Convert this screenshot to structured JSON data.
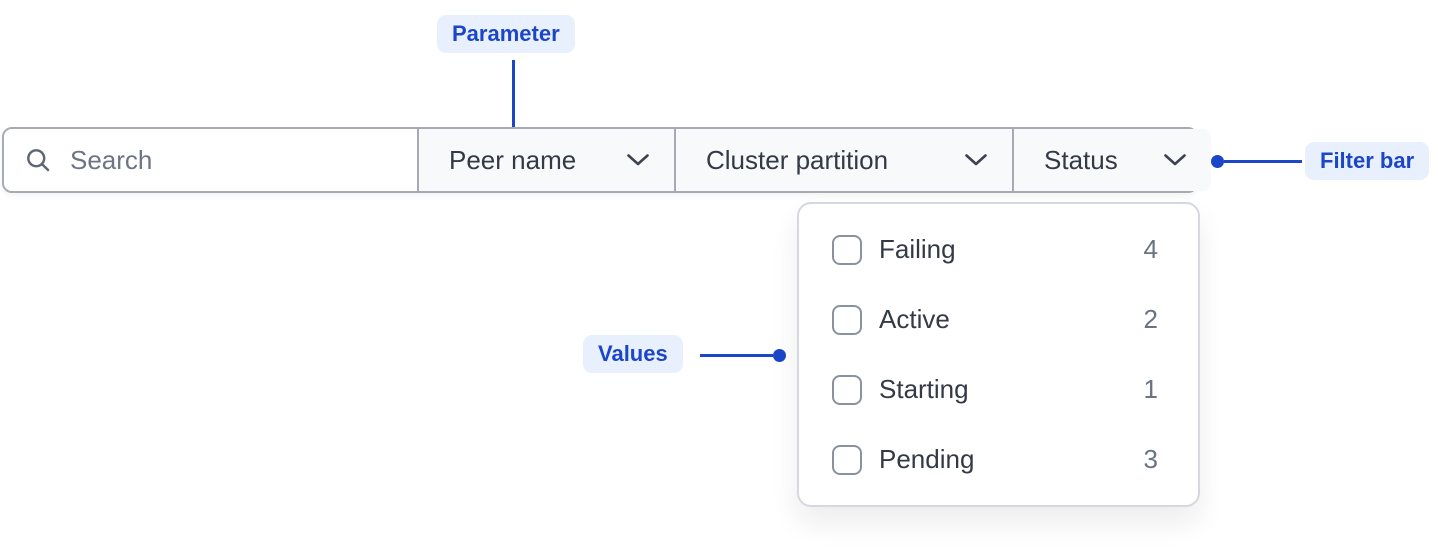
{
  "annotations": {
    "parameter": "Parameter",
    "values": "Values",
    "filter_bar": "Filter bar"
  },
  "filter_bar": {
    "search_placeholder": "Search",
    "dropdowns": [
      {
        "label": "Peer name"
      },
      {
        "label": "Cluster partition"
      },
      {
        "label": "Status"
      }
    ]
  },
  "status_dropdown": {
    "options": [
      {
        "label": "Failing",
        "count": "4",
        "checked": false
      },
      {
        "label": "Active",
        "count": "2",
        "checked": false
      },
      {
        "label": "Starting",
        "count": "1",
        "checked": false
      },
      {
        "label": "Pending",
        "count": "3",
        "checked": false
      }
    ]
  },
  "colors": {
    "accent_blue": "#1c46c8",
    "badge_bg": "#e9f0fd",
    "bar_border": "#a5aab4",
    "dropdown_bg": "#f8f9fa",
    "label_text": "#333a46",
    "muted_text": "#6b7280",
    "panel_border": "#d5d8de",
    "checkbox_border": "#8a919f"
  }
}
